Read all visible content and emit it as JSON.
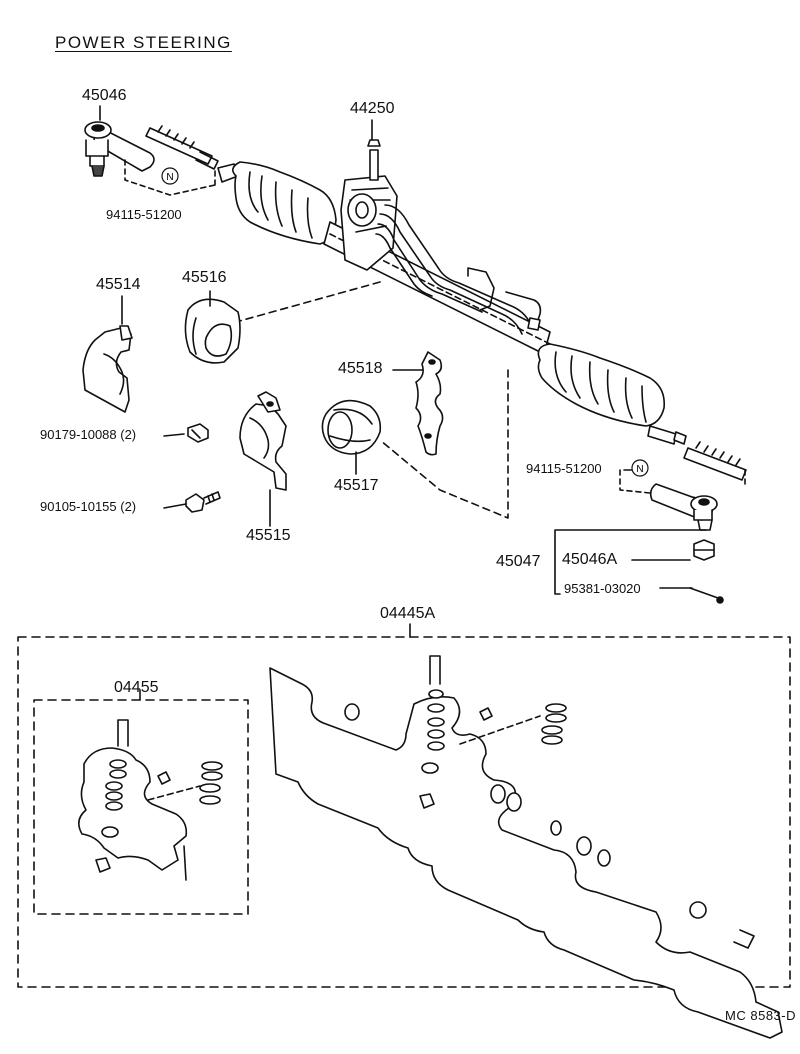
{
  "title": "POWER STEERING",
  "labels": {
    "p45046": "45046",
    "p44250": "44250",
    "p94115_top": "94115-51200",
    "p45514": "45514",
    "p45516": "45516",
    "p45518": "45518",
    "p90179": "90179-10088 (2)",
    "p90105": "90105-10155 (2)",
    "p45517": "45517",
    "p45515": "45515",
    "p94115_right": "94115-51200",
    "p45047": "45047",
    "p45046A": "45046A",
    "p95381": "95381-03020",
    "p04445A": "04445A",
    "p04455": "04455"
  },
  "new_part_mark": "N",
  "diagram_code": "MC  8583-D"
}
